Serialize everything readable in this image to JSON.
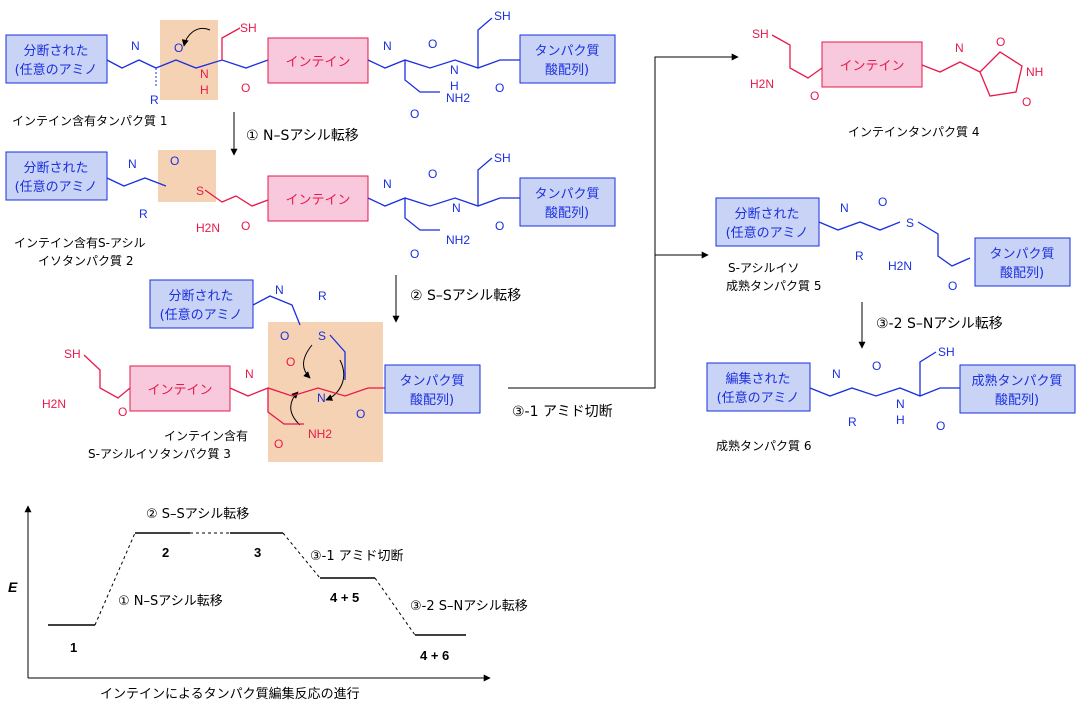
{
  "colors": {
    "red": "#e8194a",
    "blue": "#1a2fe0",
    "box_blue_fill": "#c9d3f5",
    "box_pink_fill": "#f8c8dc",
    "highlight": "#f6d2b4"
  },
  "boxes": {
    "fragment_line1": "分断された",
    "fragment_line2": "(任意のアミノ",
    "edited_line1": "編集された",
    "intein": "インテイン",
    "protein_line1": "タンパク質",
    "protein_line2": "酸配列)",
    "mature_line1": "成熟タンパク質"
  },
  "atoms": {
    "sh": "SH",
    "s": "S",
    "n": "N",
    "h": "H",
    "r": "R",
    "o": "O",
    "h2n": "H2N",
    "nh2": "NH2",
    "nh": "NH"
  },
  "compounds": {
    "c1": "インテイン含有タンパク質 1",
    "c2_line1": "インテイン含有S-アシル",
    "c2_line2": "イソタンパク質 2",
    "c3_line1": "インテイン含有",
    "c3_line2": "S-アシルイソタンパク質 3",
    "c4": "インテインタンパク質 4",
    "c5_line1": "S-アシルイソ",
    "c5_line2": "成熟タンパク質 5",
    "c6": "成熟タンパク質 6"
  },
  "steps": {
    "s1": "① N–Sアシル転移",
    "s2": "② S–Sアシル転移",
    "s31": "③-1 アミド切断",
    "s32": "③-2 S–Nアシル転移"
  },
  "energy": {
    "axis_label": "E",
    "x_caption": "インテインによるタンパク質編集反応の進行",
    "levels": [
      "1",
      "2",
      "3",
      "4 + 5",
      "4 + 6"
    ],
    "steps": [
      "① N–Sアシル転移",
      "② S–Sアシル転移",
      "③-1 アミド切断",
      "③-2 S–Nアシル転移"
    ]
  }
}
